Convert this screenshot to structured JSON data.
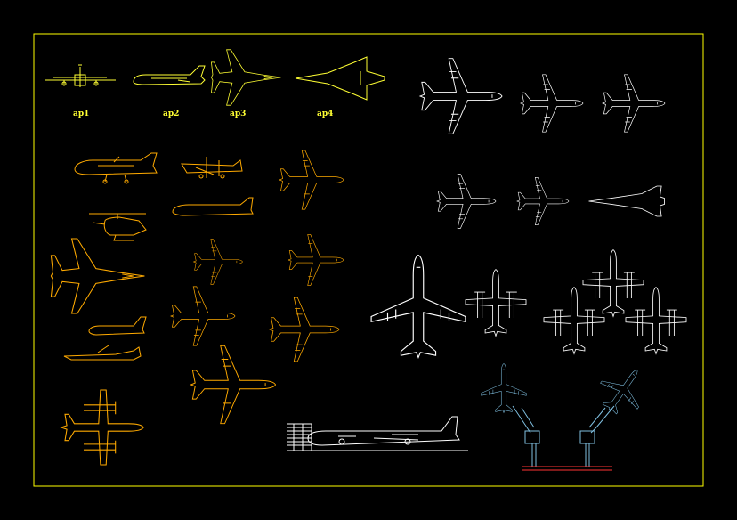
{
  "colors": {
    "background": "#000000",
    "frame": "#ffff00",
    "yellow_group": "#ffff33",
    "orange_group": "#ffaa00",
    "white_group": "#ffffff",
    "gate_cyan": "#7fbfe0",
    "gate_red": "#ff3333"
  },
  "labels": {
    "ap1": "ap1",
    "ap2": "ap2",
    "ap3": "ap3",
    "ap4": "ap4"
  },
  "icons": [
    "airliner-front-view-icon",
    "airliner-side-view-icon",
    "fighter-top-view-icon",
    "supersonic-top-view-icon",
    "airliner-top-view-icon",
    "helicopter-side-view-icon",
    "propeller-plane-top-view-icon",
    "jet-bridge-icon"
  ]
}
